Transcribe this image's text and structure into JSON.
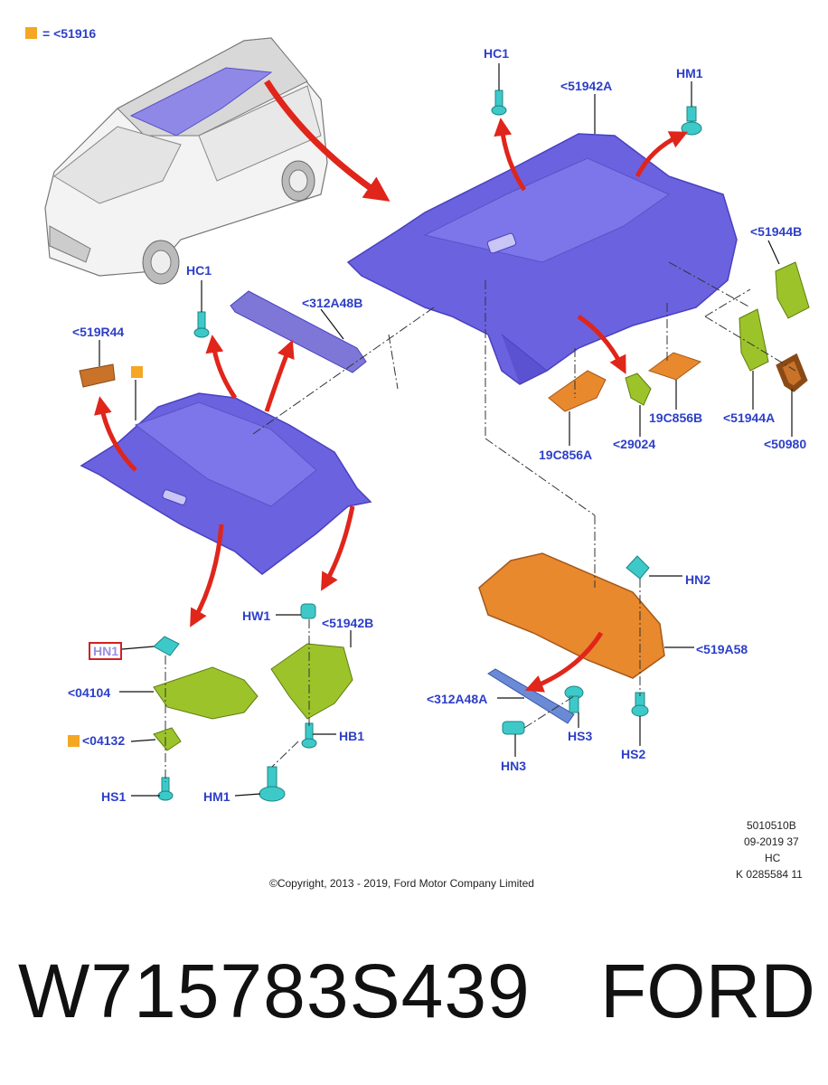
{
  "legend": {
    "marker_color": "#f5a623",
    "text": "= <51916"
  },
  "labels": {
    "hc1_top": "HC1",
    "l51942a": "<51942A",
    "hm1_top": "HM1",
    "l51944b": "<51944B",
    "l51944a": "<51944A",
    "l50980": "<50980",
    "l19c856b": "19C856B",
    "l29024": "<29024",
    "l19c856a": "19C856A",
    "hc1_mid": "HC1",
    "l312a48b": "<312A48B",
    "l519r44": "<519R44",
    "hn2": "HN2",
    "l519a58": "<519A58",
    "l312a48a": "<312A48A",
    "hs3": "HS3",
    "hn3": "HN3",
    "hs2": "HS2",
    "hw1": "HW1",
    "l51942b": "<51942B",
    "hn1": "HN1",
    "l04104": "<04104",
    "l04132": "<04132",
    "hb1": "HB1",
    "hs1": "HS1",
    "hm1_bottom": "HM1"
  },
  "meta": {
    "code1": "5010510B",
    "code2": "09-2019 37",
    "code3": "HC",
    "code4": "K 0285584 11",
    "copyright": "©Copyright, 2013 - 2019, Ford Motor Company Limited"
  },
  "footer": {
    "part_number": "W715783S439",
    "brand": "FORD"
  },
  "colors": {
    "label": "#2d3fc8",
    "headliner": "#6b62e0",
    "headliner_dark": "#4a40c0",
    "arrow": "#e0251b",
    "clip": "#3ec9c9",
    "green_part": "#9cc42a",
    "orange_part": "#e8892e",
    "highlight": "#d32020"
  }
}
